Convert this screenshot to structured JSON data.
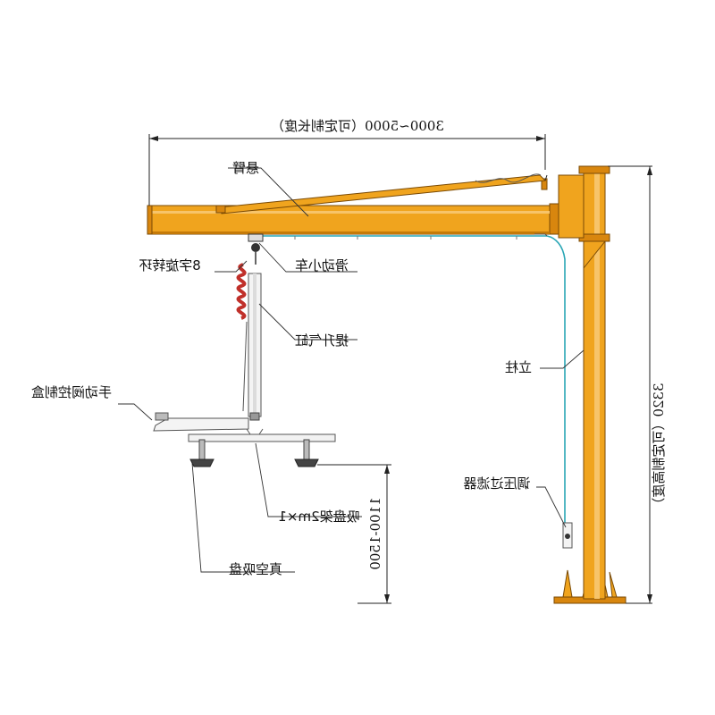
{
  "diagram": {
    "colors": {
      "frame": "#f0a41e",
      "frame_dark": "#d8860e",
      "hose": "#2aa6b5",
      "spring": "#c0302a",
      "line": "#222222"
    },
    "dimensions": {
      "arm_length": "3000~5000（可定制长度）",
      "total_height": "3320（可定制高度）",
      "lift_height": "1100-1500"
    },
    "labels": {
      "cantilever": "悬臂",
      "swivel_ring": "8字旋转环",
      "trolley": "滑动小车",
      "lift_cylinder": "提升气缸",
      "column": "立柱",
      "manual_valve_box": "手动阀控制盒",
      "pressure_filter": "调压过滤器",
      "suction_frame": "吸盘架2m×1",
      "vacuum_cup": "真空吸盘"
    }
  }
}
